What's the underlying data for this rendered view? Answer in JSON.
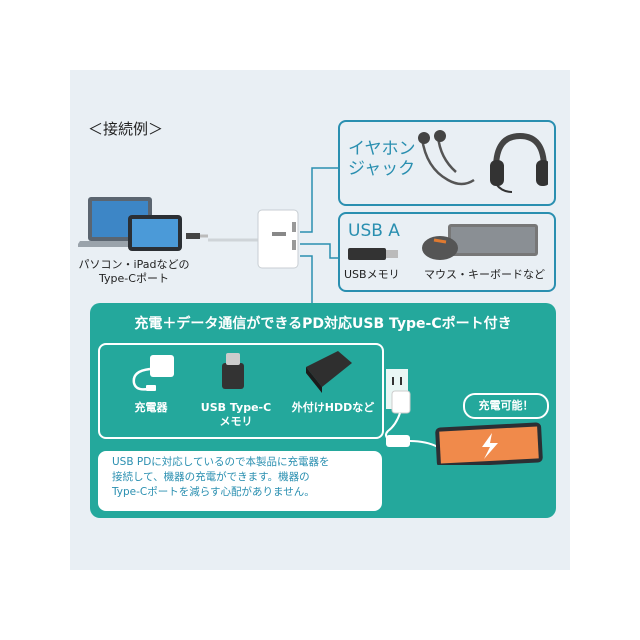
{
  "caption": "＜接続例＞",
  "source_device_label": [
    "パソコン・iPadなどの",
    "Type-Cポート"
  ],
  "earphone_box": {
    "title": [
      "イヤホン",
      "ジャック"
    ]
  },
  "usba_box": {
    "title": "USB A",
    "usb_memory_label": "USBメモリ",
    "mouse_keyboard_label": "マウス・キーボードなど"
  },
  "pd_section": {
    "title": "充電＋データ通信ができるPD対応USB Type-Cポート付き",
    "items": [
      {
        "label": [
          "充電器"
        ],
        "icon": "charger-icon"
      },
      {
        "label": [
          "USB Type-C",
          "メモリ"
        ],
        "icon": "usb-c-memory-icon"
      },
      {
        "label": [
          "外付けHDDなど"
        ],
        "icon": "external-hdd-icon"
      }
    ],
    "badge": "充電可能！",
    "note": [
      "USB PDに対応しているので本製品に充電器を",
      "接続して、機器の充電ができます。機器の",
      "Type-Cポートを減らす心配がありません。"
    ]
  },
  "colors": {
    "accent": "#2a8fb0",
    "green": "#24a89c",
    "panel": "#e9eff4"
  }
}
